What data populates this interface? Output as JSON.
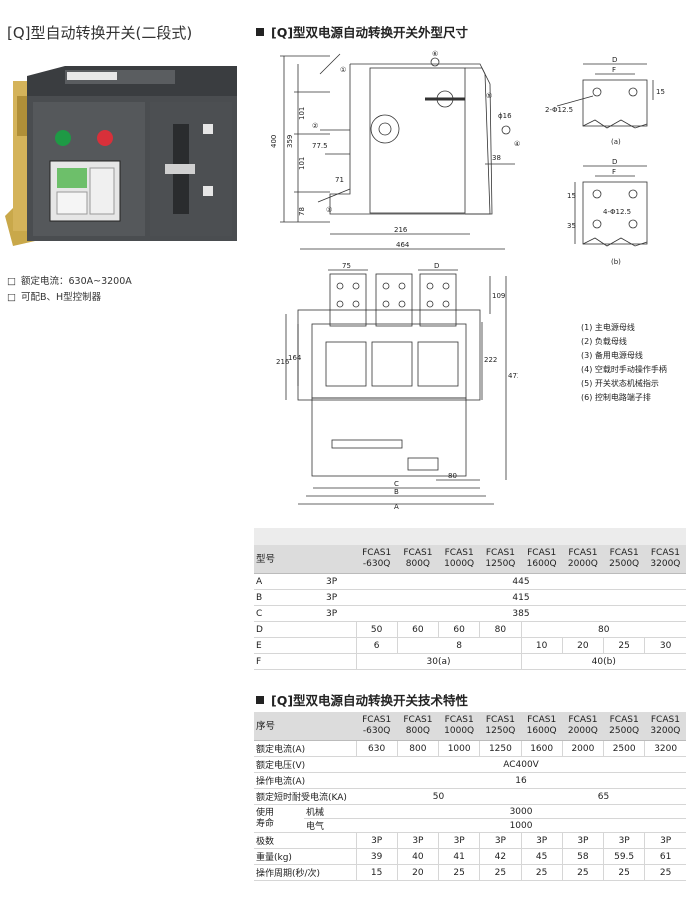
{
  "left_title": "[Q]型自动转换开关(二段式)",
  "dims_title": "[Q]型双电源自动转换开关外型尺寸",
  "bullets": [
    "额定电流：630A~3200A",
    "可配B、H型控制器"
  ],
  "legend": [
    "(1) 主电源母线",
    "(2) 负载母线",
    "(3) 备用电源母线",
    "(4) 空载时手动操作手柄",
    "(5) 开关状态机械指示",
    "(6) 控制电路端子排"
  ],
  "drawing_labels": {
    "side": {
      "d400": "400",
      "d359": "359",
      "d101a": "101",
      "d101b": "101",
      "d78": "78",
      "d77": "77.5",
      "d71": "71",
      "d216": "216",
      "d464": "464",
      "d38": "38",
      "d16": "ϕ16",
      "n1": "①",
      "n2": "②",
      "n3": "③",
      "n4": "④",
      "n5": "⑤",
      "n6": "⑥"
    },
    "detail_a": {
      "D": "D",
      "F": "F",
      "d15": "15",
      "hole": "2-Φ12.5",
      "cap": "(a)"
    },
    "detail_b": {
      "D": "D",
      "F": "F",
      "d15": "15",
      "d35": "35",
      "hole": "4-Φ12.5",
      "cap": "(b)"
    },
    "front": {
      "d75": "75",
      "D": "D",
      "d109": "109",
      "d216": "216",
      "d164": "164",
      "d222": "222",
      "d473": "473",
      "d80": "80",
      "C": "C",
      "B": "B",
      "A": "A"
    }
  },
  "dim_table": {
    "models": [
      "FCAS1\n-630Q",
      "FCAS1\n800Q",
      "FCAS1\n1000Q",
      "FCAS1\n1250Q",
      "FCAS1\n1600Q",
      "FCAS1\n2000Q",
      "FCAS1\n2500Q",
      "FCAS1\n3200Q"
    ],
    "header_label": "型号",
    "rows": [
      {
        "label": "A",
        "pole": "3P",
        "v": "445"
      },
      {
        "label": "B",
        "pole": "3P",
        "v": "415"
      },
      {
        "label": "C",
        "pole": "3P",
        "v": "385"
      },
      {
        "label": "D",
        "v1": "50",
        "v2": "60",
        "v3": "60",
        "v4": "80",
        "v5": "80"
      },
      {
        "label": "E",
        "e1": "6",
        "e2": "8",
        "e3": "10",
        "e4": "20",
        "e5": "25",
        "e6": "30"
      },
      {
        "label": "F",
        "f1": "30(a)",
        "f2": "40(b)"
      }
    ]
  },
  "tech_title": "[Q]型双电源自动转换开关技术特性",
  "tech_table": {
    "header_label": "序号",
    "rows": {
      "current_label": "额定电流(A)",
      "current": [
        "630",
        "800",
        "1000",
        "1250",
        "1600",
        "2000",
        "2500",
        "3200"
      ],
      "voltage_label": "额定电压(V)",
      "voltage": "AC400V",
      "op_current_label": "操作电流(A)",
      "op_current": "16",
      "short_label": "额定短时耐受电流(KA)",
      "short_a": "50",
      "short_b": "65",
      "life_label_a": "使用",
      "life_label_b": "寿命",
      "mech_label": "机械",
      "mech": "3000",
      "elec_label": "电气",
      "elec": "1000",
      "poles_label": "极数",
      "poles": [
        "3P",
        "3P",
        "3P",
        "3P",
        "3P",
        "3P",
        "3P",
        "3P"
      ],
      "weight_label": "重量(kg)",
      "weight": [
        "39",
        "40",
        "41",
        "42",
        "45",
        "58",
        "59.5",
        "61"
      ],
      "cycle_label": "操作周期(秒/次)",
      "cycle": [
        "15",
        "20",
        "25",
        "25",
        "25",
        "25",
        "25",
        "25"
      ]
    }
  }
}
